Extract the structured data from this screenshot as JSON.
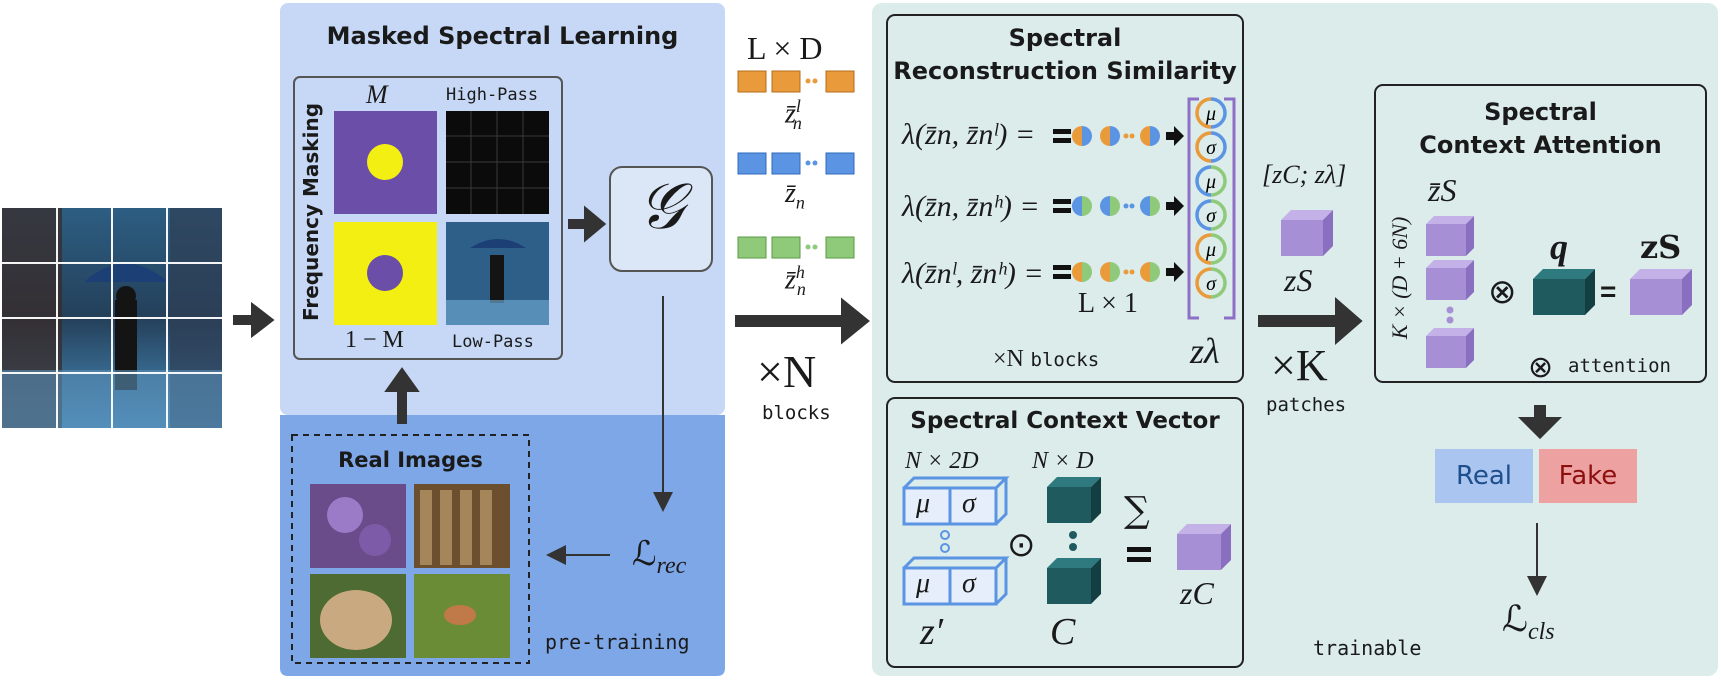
{
  "masked": {
    "title": "Masked Spectral Learning",
    "mask_label": "M",
    "inv_mask_label": "1 − M",
    "high_pass": "High-Pass",
    "low_pass": "Low-Pass",
    "side_label": "Frequency Masking",
    "generator": "𝒢",
    "loss": "ℒrec",
    "real_images": "Real Images",
    "pretraining": "pre-training"
  },
  "middle": {
    "dims": "L × D",
    "z_l": "z̄ⁿˡ",
    "z_l_base": "z̄",
    "z_l_sup": "l",
    "z_l_sub": "n",
    "z_base": "z̄",
    "z_sub": "n",
    "z_h_base": "z̄",
    "z_h_sup": "h",
    "z_h_sub": "n",
    "times_n": "×N",
    "blocks": "blocks"
  },
  "similarity": {
    "title_line1": "Spectral",
    "title_line2": "Reconstruction Similarity",
    "row1": "λ(z̄n, z̄nˡ) =",
    "row2": "λ(z̄n, z̄nʰ) =",
    "row3": "λ(z̄nˡ, z̄nʰ) =",
    "mu": "μ",
    "sigma": "σ",
    "l_times_1": "L × 1",
    "times_n_blocks_math": "×N",
    "times_n_blocks_word": "blocks",
    "z_lambda": "zλ"
  },
  "context_vector": {
    "title": "Spectral Context Vector",
    "n_2d": "N × 2D",
    "n_d": "N × D",
    "mu": "μ",
    "sigma": "σ",
    "odot": "⊙",
    "sum": "∑",
    "z_prime": "z′",
    "c": "C",
    "z_c": "zC"
  },
  "concat": {
    "label": "[zC; zλ]",
    "zs": "zS",
    "times_k": "×K",
    "patches": "patches"
  },
  "attention": {
    "title_line1": "Spectral",
    "title_line2": "Context Attention",
    "side_dim": "K × (D + 6N)",
    "z_bar_s": "z̄S",
    "q": "q",
    "otimes": "⊗",
    "equals": "=",
    "zs_bold": "zS",
    "legend_word": "attention"
  },
  "output": {
    "real": "Real",
    "fake": "Fake",
    "loss": "ℒcls",
    "trainable": "trainable"
  },
  "colors": {
    "masked_top_bg": "#c6d8f5",
    "masked_bottom_bg": "#7ea7e8",
    "trainable_bg": "#dbeceb",
    "orange": "#e99a3b",
    "blue": "#5b94e3",
    "green": "#8fc97a",
    "purple": "#a78fd6",
    "purple_dark": "#6a4ea8",
    "teal": "#1f5a5e",
    "real_bg": "#a9c5f0",
    "fake_bg": "#eda1a1",
    "real_text": "#1f4e8c",
    "fake_text": "#8c1010",
    "mask_purple": "#6a4ea8",
    "mask_yellow": "#f3ef12"
  },
  "icons": {
    "input_image": "rainy-street-photo-grid",
    "high_pass": "high-pass-spectrum",
    "low_pass": "low-pass-photo",
    "real_images": [
      "flower-photo",
      "wooden-fence-photo",
      "dog-photo",
      "bird-photo"
    ]
  }
}
